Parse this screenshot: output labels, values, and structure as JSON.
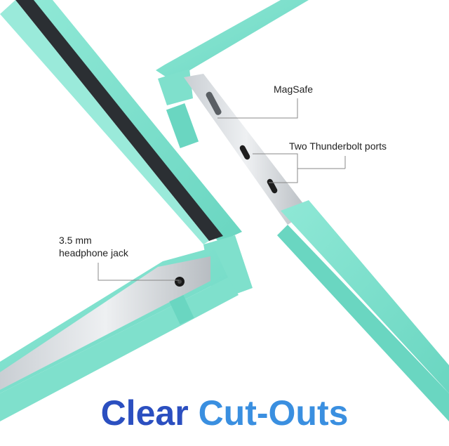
{
  "callouts": {
    "magsafe": "MagSafe",
    "thunderbolt": "Two Thunderbolt ports",
    "headphone_line1": "3.5 mm",
    "headphone_line2": "headphone jack"
  },
  "headline": {
    "word1": "Clear",
    "word2": "Cut-Outs"
  },
  "colors": {
    "case_mint": "#7fe0cc",
    "case_mint_dark": "#5cc9b4",
    "headline_dark_blue": "#2b4fc0",
    "headline_light_blue": "#3a8fe0",
    "line_gray": "#888888"
  }
}
